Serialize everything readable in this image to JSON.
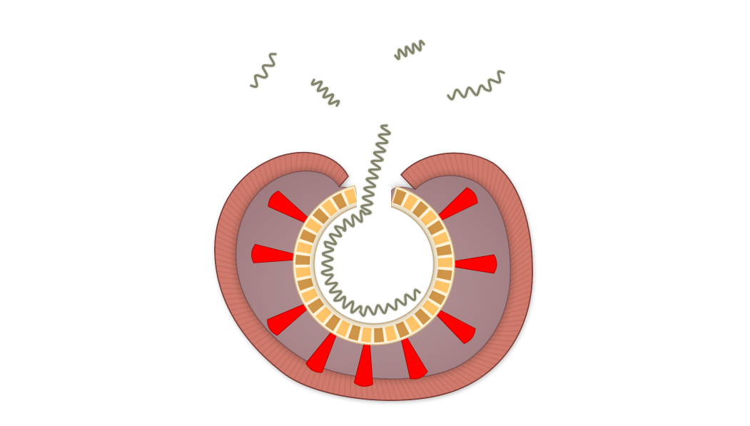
{
  "diagram": {
    "colors": {
      "background": "#ffffff",
      "outer_wall": "#cf7a6c",
      "outer_wall_stripe": "#b9675b",
      "outer_wall_edge": "#7a3d37",
      "inner_cavity": "#a8868a",
      "inner_cavity_edge": "#7d5a5f",
      "ring_light": "#ffc467",
      "ring_dark": "#cf9548",
      "ring_base": "#fff3da",
      "ring_edge": "#e2c28a",
      "receptor": "#ff0000",
      "receptor_edge": "#b30000",
      "chain": "#84836b",
      "center": "#ffffff"
    },
    "receptor_count": 9,
    "free_chain_count": 4,
    "icons": [
      "free-chain",
      "receptor-protein",
      "ring-segment",
      "bound-chain"
    ]
  }
}
